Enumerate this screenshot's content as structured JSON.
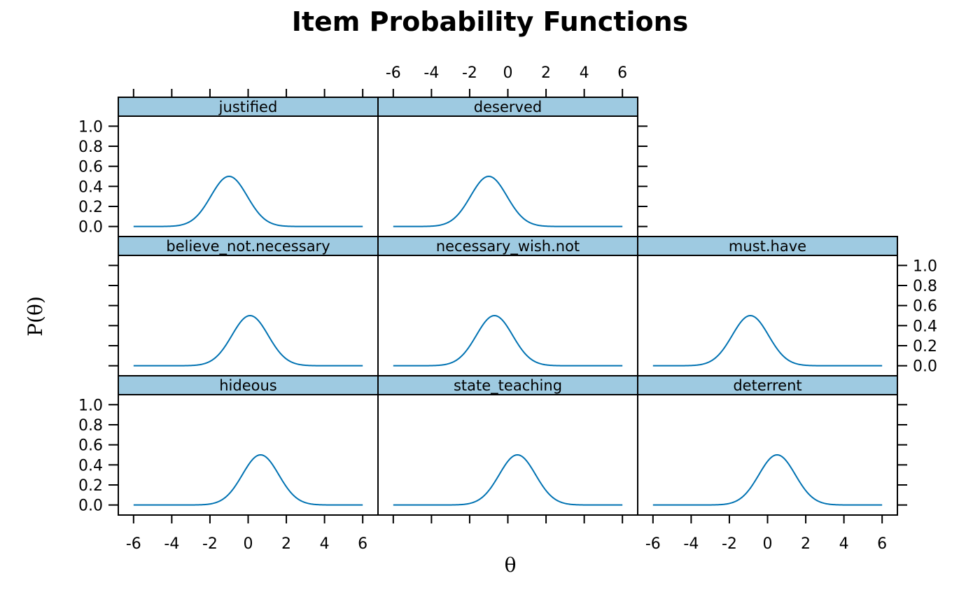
{
  "chart_data": {
    "type": "line",
    "title": "Item Probability Functions",
    "xlabel": "θ",
    "ylabel": "P(θ)",
    "xlim": [
      -6.8,
      6.8
    ],
    "ylim": [
      -0.1,
      1.1
    ],
    "x_ticks": [
      -6,
      -4,
      -2,
      0,
      2,
      4,
      6
    ],
    "y_ticks": [
      0.0,
      0.2,
      0.4,
      0.6,
      0.8,
      1.0
    ],
    "y_tick_labels": [
      "0.0",
      "0.2",
      "0.4",
      "0.6",
      "0.8",
      "1.0"
    ],
    "grid": false,
    "strip_color": "#9ecae1",
    "line_color": "#0072b2",
    "curve_peak": 0.5,
    "curve_sd": 0.95,
    "panels": [
      {
        "name": "justified",
        "peak_at": -1.0
      },
      {
        "name": "deserved",
        "peak_at": -1.0
      },
      {
        "name": "believe_not.necessary",
        "peak_at": 0.1
      },
      {
        "name": "necessary_wish.not",
        "peak_at": -0.7
      },
      {
        "name": "must.have",
        "peak_at": -0.9
      },
      {
        "name": "hideous",
        "peak_at": 0.65
      },
      {
        "name": "state_teaching",
        "peak_at": 0.5
      },
      {
        "name": "deterrent",
        "peak_at": 0.5
      }
    ]
  }
}
